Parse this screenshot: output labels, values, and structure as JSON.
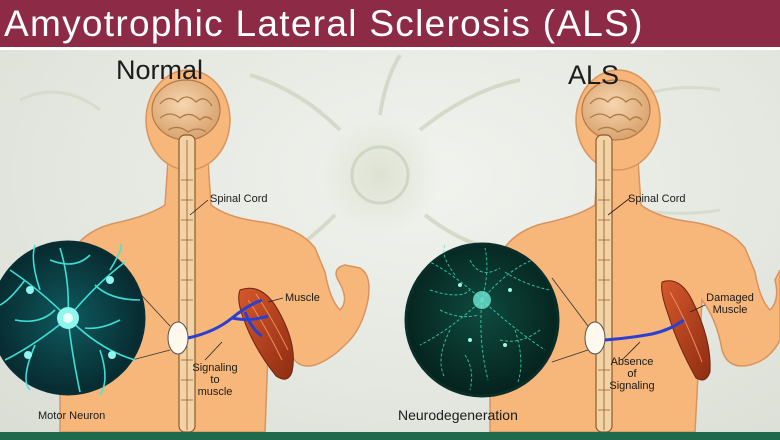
{
  "title": "Amyotrophic Lateral Sclerosis (ALS)",
  "colors": {
    "title_bar": "#8d2a45",
    "skin": "#f7b67a",
    "neuron_glow": "#3ee8dc",
    "nerve": "#2b3fd0",
    "muscle": "#b8441f"
  },
  "normal": {
    "heading": "Normal",
    "spinal_cord": "Spinal Cord",
    "muscle": "Muscle",
    "signaling": [
      "Signaling",
      "to",
      "muscle"
    ],
    "neuron": "Motor Neuron"
  },
  "als": {
    "heading": "ALS",
    "spinal_cord": "Spinal Cord",
    "muscle": [
      "Damaged",
      "Muscle"
    ],
    "absence": [
      "Absence",
      "of",
      "Signaling"
    ],
    "neuron": "Neurodegeneration"
  }
}
